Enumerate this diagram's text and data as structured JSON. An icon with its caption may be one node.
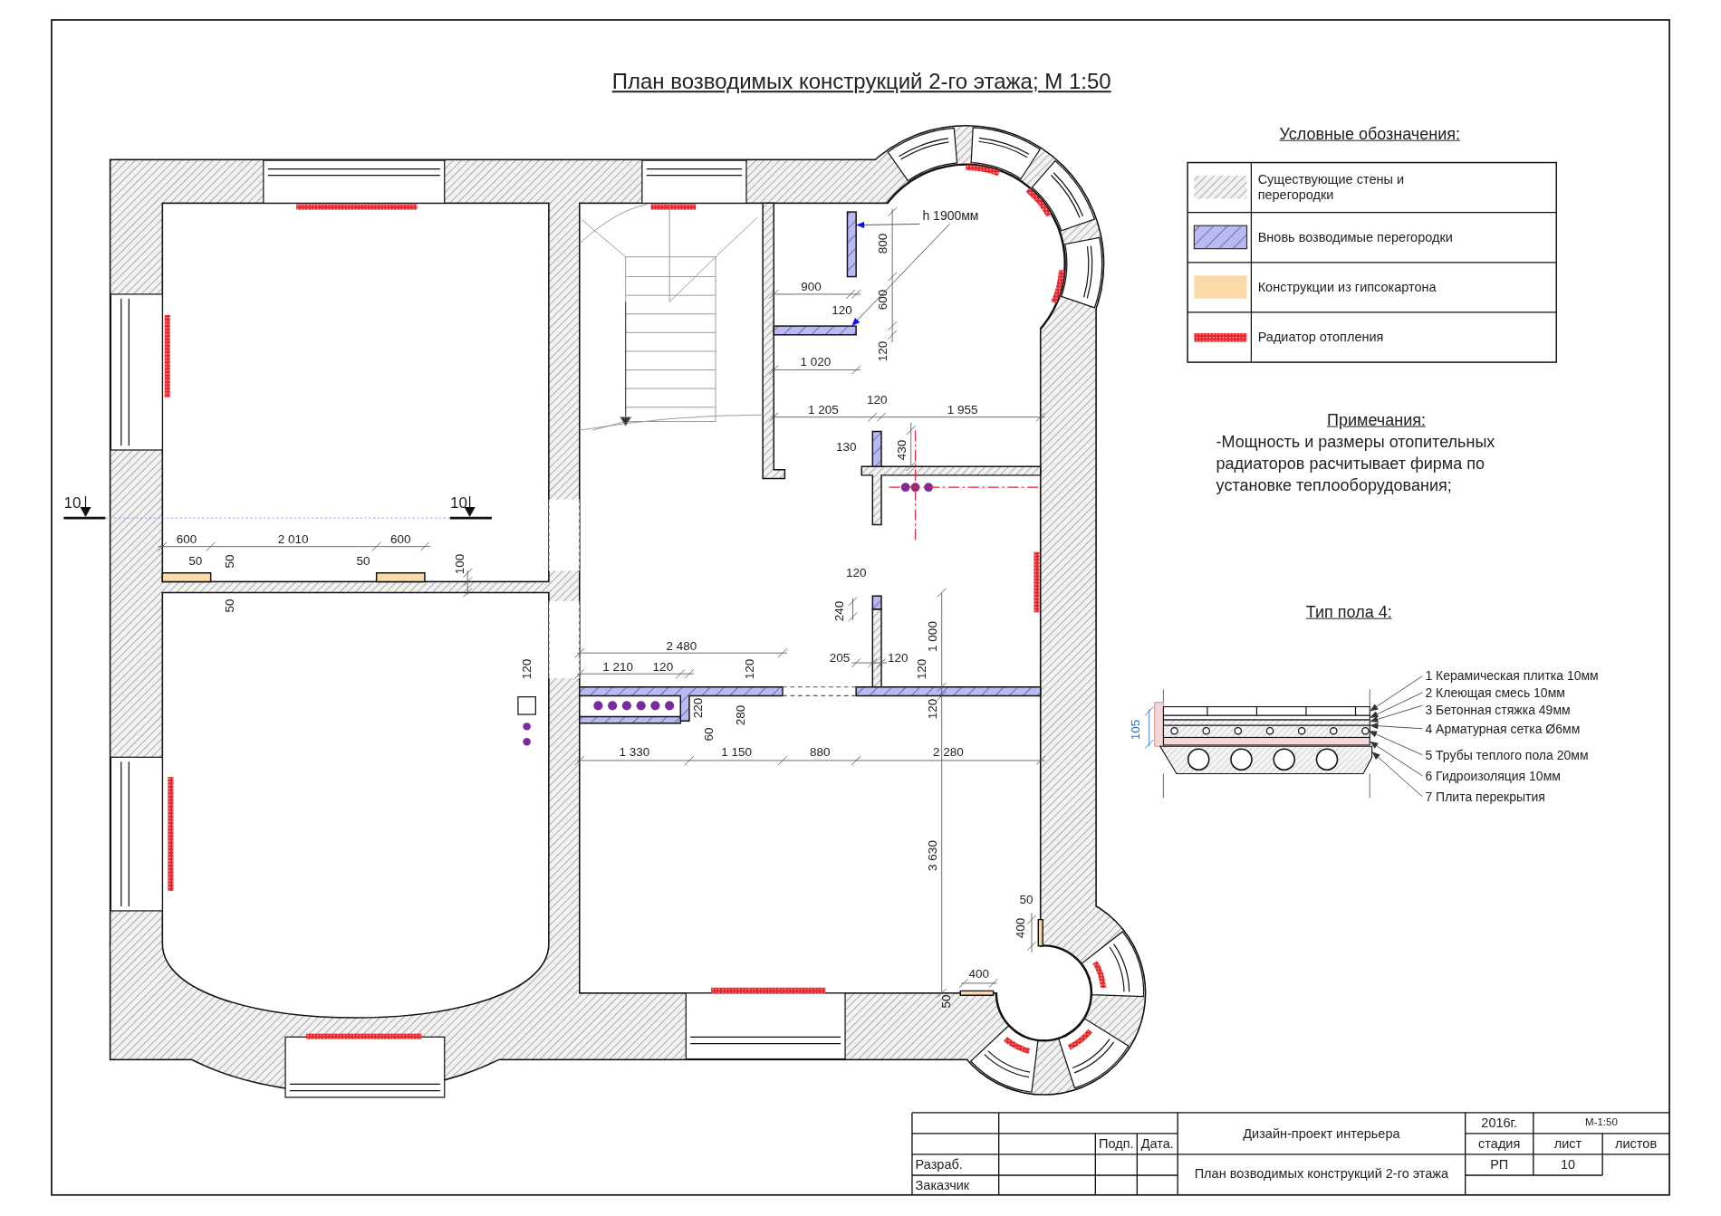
{
  "diagram": {
    "title": "План возводимых конструкций 2-го этажа; М 1:50",
    "nodes": [
      {
        "text": [
          "h 1900мм"
        ]
      },
      {
        "text": [],
        "shape": "bar"
      },
      {
        "text": [],
        "shape": "bar"
      },
      {
        "text": [
          "1 Керамическая плитка 10мм"
        ]
      },
      {
        "text": [
          "2 Клеющая смесь 10мм"
        ]
      },
      {
        "text": [
          "3 Бетонная стяжка 49мм"
        ]
      },
      {
        "text": [
          "4 Арматурная сетка Ø6мм"
        ]
      },
      {
        "text": [
          "5 Трубы теплого пола 20мм"
        ]
      },
      {
        "text": [
          "6 Гидроизоляция 10мм"
        ]
      },
      {
        "text": [
          "7 Плита перекрытия"
        ]
      },
      {
        "text": [],
        "shape": "bar"
      },
      {
        "text": [],
        "shape": "bar"
      },
      {
        "text": [],
        "shape": "bar"
      },
      {
        "text": [],
        "shape": "line",
        "in": 12
      },
      {
        "text": [],
        "shape": "circle",
        "in": 12
      },
      {
        "text": [],
        "shape": "bar"
      },
      {
        "text": [],
        "shape": "bar"
      }
    ],
    "edges": [
      {
        "from": 0,
        "to": 1,
        "arrow": "to"
      },
      {
        "from": 0,
        "to": 2,
        "arrow": "to"
      },
      {
        "from": 3,
        "to": 10,
        "arrow": "to"
      },
      {
        "from": 4,
        "to": 11,
        "arrow": "to"
      },
      {
        "from": 5,
        "to": 12,
        "arrow": "to"
      },
      {
        "from": 6,
        "to": 13,
        "arrow": "to"
      },
      {
        "from": 7,
        "to": 14,
        "arrow": "to"
      },
      {
        "from": 8,
        "to": 15,
        "arrow": "to"
      },
      {
        "from": 9,
        "to": 16,
        "arrow": "to"
      }
    ],
    "labels": [
      "Условные обозначения:",
      "800",
      "900",
      "120",
      "600",
      "1 020",
      "120",
      "1 205",
      "120",
      "1 955",
      "Примечания:",
      "-Мощность и размеры отопительных радиаторов расчитывает фирма по установке теплооборудования;",
      "130",
      "430",
      "10",
      "10",
      "600",
      "2 010",
      "600",
      "50",
      "50",
      "50",
      "100",
      "120",
      "50",
      "Тип пола 4:",
      "240",
      "1 000",
      "2 480",
      "120",
      "1 210",
      "120",
      "120",
      "205",
      "120",
      "120",
      "220",
      "60",
      "280",
      "120",
      "105",
      "1 330",
      "1 150",
      "880",
      "2 280",
      "3 630",
      "50",
      "400",
      "400",
      "50",
      "Дизайн-проект интерьера",
      "2016г.",
      "М-1:50",
      "Подп.",
      "Дата.",
      "стадия",
      "лист",
      "листов",
      "Разраб.",
      "План возводимых конструкций 2-го этажа",
      "РП",
      "10",
      "Заказчик"
    ],
    "legend": [
      {
        "text": "Существующие стены и перегородки"
      },
      {
        "text": "Вновь возводимые перегородки"
      },
      {
        "text": "Конструкции из гипсокартона",
        "color": "#fcd9a8"
      },
      {
        "text": "Радиатор отопления"
      }
    ]
  }
}
